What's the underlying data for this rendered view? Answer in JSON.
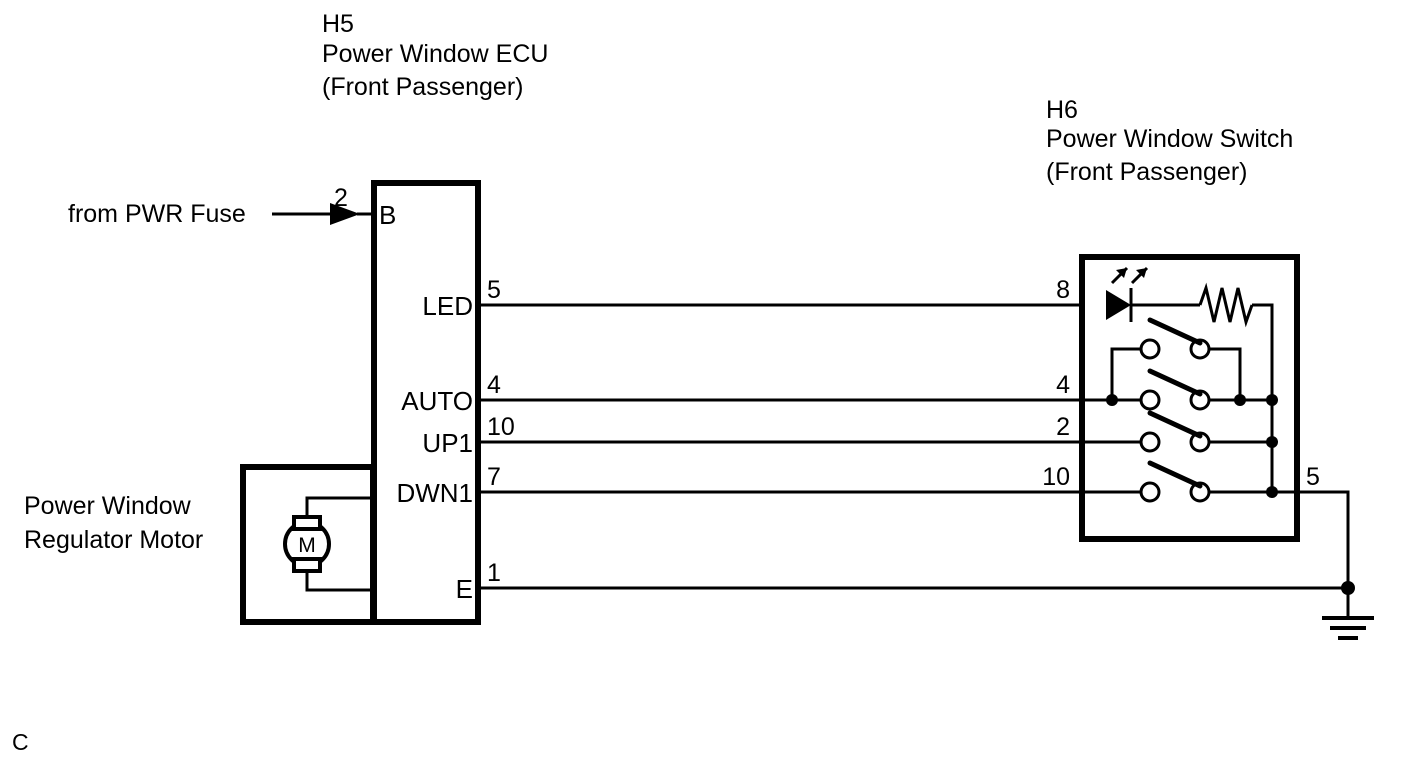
{
  "diagram": {
    "title_corner": "C",
    "ecu": {
      "ref": "H5",
      "name": "Power Window ECU",
      "qualifier": "(Front Passenger)",
      "terminals": [
        {
          "name": "B",
          "pin": "2"
        },
        {
          "name": "LED",
          "pin": "5"
        },
        {
          "name": "AUTO",
          "pin": "4"
        },
        {
          "name": "UP1",
          "pin": "10"
        },
        {
          "name": "DWN1",
          "pin": "7"
        },
        {
          "name": "E",
          "pin": "1"
        }
      ]
    },
    "switch": {
      "ref": "H6",
      "name": "Power Window Switch",
      "qualifier": "(Front Passenger)",
      "pins_left": [
        "8",
        "4",
        "2",
        "10"
      ],
      "pin_right": "5",
      "components": [
        "led-indicator",
        "resistor",
        "contact-1",
        "contact-2",
        "contact-3",
        "contact-4"
      ]
    },
    "motor": {
      "label_line1": "Power Window",
      "label_line2": "Regulator Motor",
      "symbol": "M"
    },
    "source": {
      "label": "from PWR Fuse",
      "pin": "2"
    },
    "ground": {
      "symbol": "earth-ground"
    },
    "colors": {
      "line": "#000000",
      "background": "#ffffff"
    }
  }
}
